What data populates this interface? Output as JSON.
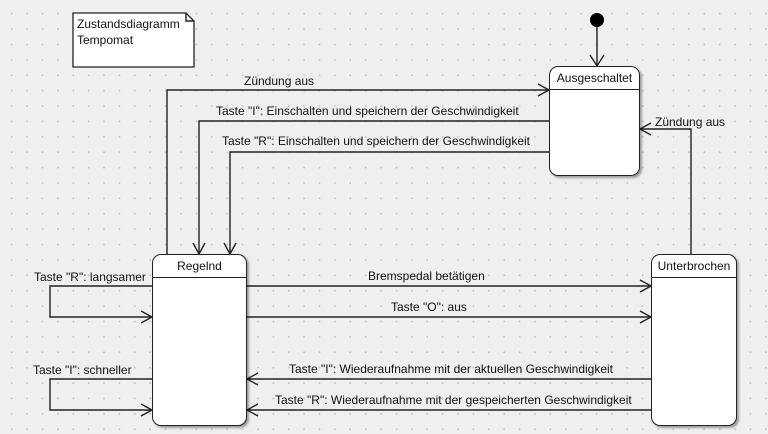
{
  "note": {
    "line1": "Zustandsdiagramm",
    "line2": "Tempomat"
  },
  "states": {
    "ausgeschaltet": "Ausgeschaltet",
    "regelnd": "Regelnd",
    "unterbrochen": "Unterbrochen"
  },
  "transitions": {
    "regelnd_to_aus_zuendung": "Zündung aus",
    "aus_to_regelnd_taste_i": "Taste \"I\": Einschalten und speichern der Geschwindigkeit",
    "aus_to_regelnd_taste_r": "Taste \"R\": Einschalten und speichern der Geschwindigkeit",
    "unterbrochen_to_aus_zuendung": "Zündung aus",
    "regelnd_self_langsamer": "Taste \"R\": langsamer",
    "regelnd_self_schneller": "Taste \"I\": schneller",
    "regelnd_to_unterbrochen_bremse": "Bremspedal betätigen",
    "regelnd_to_unterbrochen_taste_o": "Taste \"O\": aus",
    "unterbrochen_to_regelnd_taste_i": "Taste \"I\": Wiederaufnahme mit der aktuellen  Geschwindigkeit",
    "unterbrochen_to_regelnd_taste_r": "Taste \"R\": Wiederaufnahme mit der gespeicherten Geschwindigkeit"
  }
}
